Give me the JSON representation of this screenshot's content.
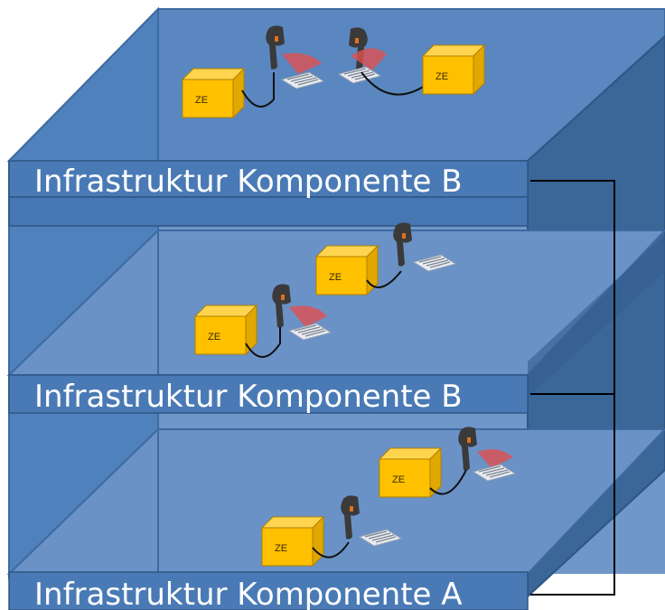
{
  "bands": [
    {
      "label": "Infrastruktur Komponente B"
    },
    {
      "label": "Infrastruktur Komponente B"
    },
    {
      "label": "Infrastruktur Komponente A"
    }
  ],
  "box_label": "ZE",
  "colors": {
    "shelf_front": "#4f81bd",
    "shelf_side": "#3b6698",
    "shelf_back": "#6f97c9",
    "band": "#4a7ab5",
    "box_front": "#ffc000",
    "box_top": "#ffd54f",
    "box_side": "#e0a800",
    "scanner": "#3a3a3a",
    "scan_beam": "#e05050",
    "connector": "#000000"
  },
  "icons": [
    "package-box-icon",
    "barcode-scanner-icon",
    "barcode-label-icon"
  ]
}
